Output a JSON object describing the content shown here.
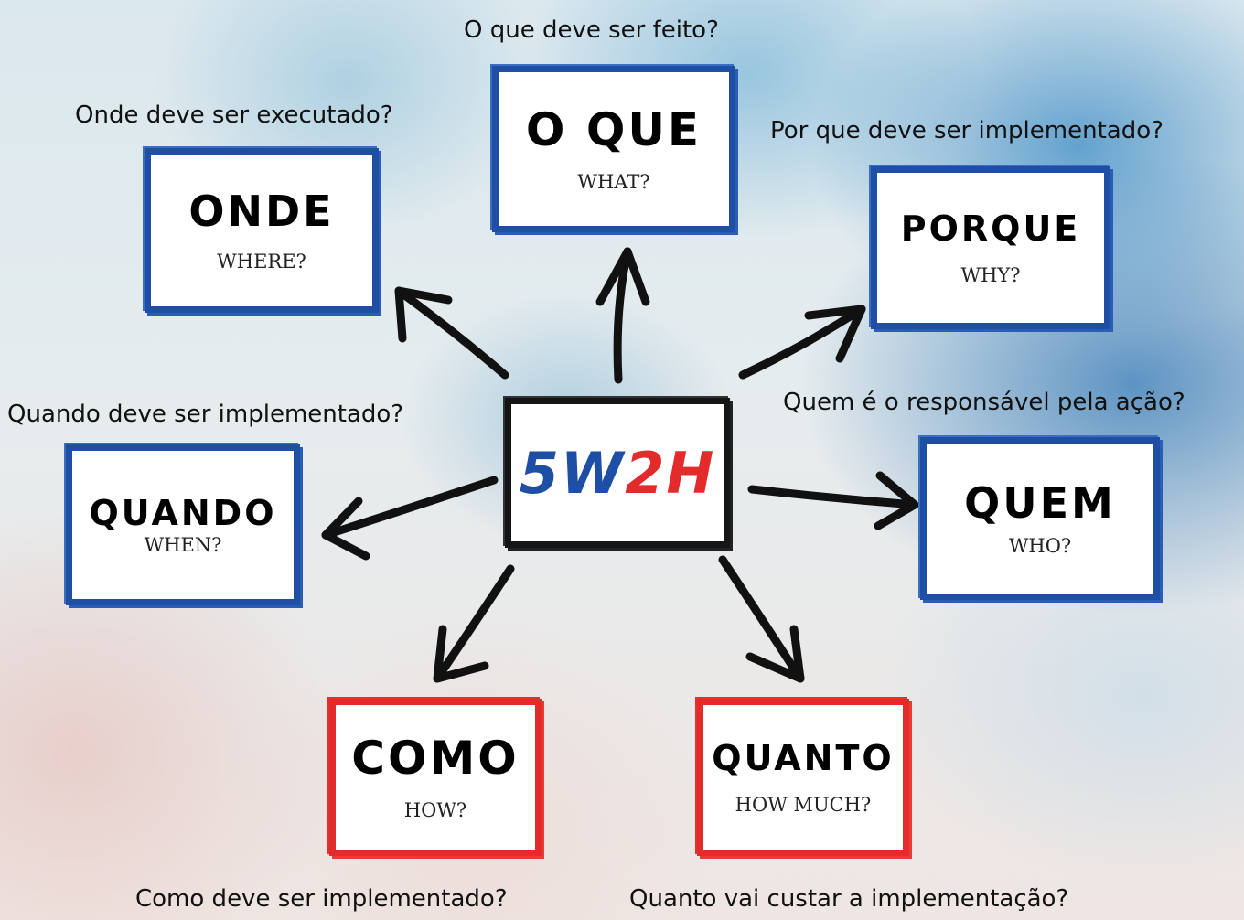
{
  "center": {
    "part1": "5W",
    "part2": "2H"
  },
  "colors": {
    "blue": "#1e4fa5",
    "red": "#e32b2b",
    "black": "#151515"
  },
  "cards": {
    "oque": {
      "title": "O QUE",
      "sub": "WHAT?",
      "question": "O que deve ser feito?"
    },
    "onde": {
      "title": "ONDE",
      "sub": "WHERE?",
      "question": "Onde deve ser executado?"
    },
    "porque": {
      "title": "PORQUE",
      "sub": "WHY?",
      "question": "Por que deve ser implementado?"
    },
    "quando": {
      "title": "QUANDO",
      "sub": "WHEN?",
      "question": "Quando deve ser implementado?"
    },
    "quem": {
      "title": "QUEM",
      "sub": "WHO?",
      "question": "Quem é o responsável pela ação?"
    },
    "como": {
      "title": "COMO",
      "sub": "HOW?",
      "question": "Como deve ser implementado?"
    },
    "quanto": {
      "title": "QUANTO",
      "sub": "HOW MUCH?",
      "question": "Quanto vai custar a implementação?"
    }
  }
}
